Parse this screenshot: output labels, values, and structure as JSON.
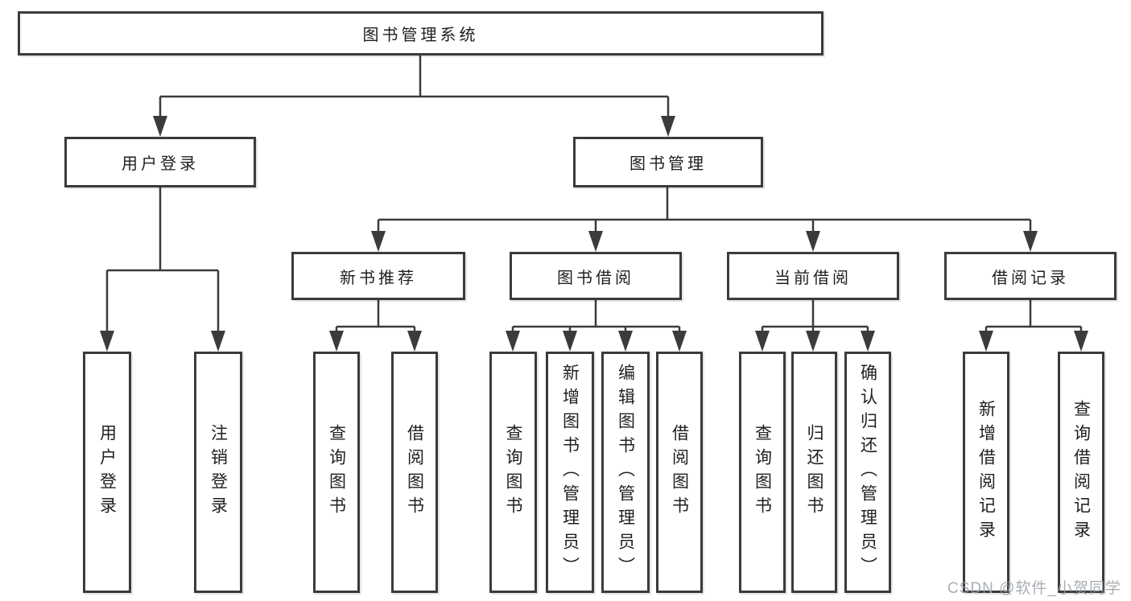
{
  "diagram": {
    "root": {
      "label": "图书管理系统"
    },
    "level2": [
      {
        "label": "用户登录"
      },
      {
        "label": "图书管理"
      }
    ],
    "level3": [
      {
        "label": "新书推荐"
      },
      {
        "label": "图书借阅"
      },
      {
        "label": "当前借阅"
      },
      {
        "label": "借阅记录"
      }
    ],
    "leaves": [
      {
        "group": "user-login",
        "items": [
          "用户登录",
          "注销登录"
        ]
      },
      {
        "group": "new-book-recommend",
        "items": [
          "查询图书",
          "借阅图书"
        ]
      },
      {
        "group": "book-borrow",
        "items": [
          "查询图书",
          "新增图书（管理员）",
          "编辑图书（管理员）",
          "借阅图书"
        ]
      },
      {
        "group": "current-borrow",
        "items": [
          "查询图书",
          "归还图书",
          "确认归还（管理员）"
        ]
      },
      {
        "group": "borrow-records",
        "items": [
          "新增借阅记录",
          "查询借阅记录"
        ]
      }
    ]
  },
  "watermark": "CSDN @软件_小贺同学",
  "colors": {
    "line": "#3b3b3b",
    "text": "#1f1f1f",
    "watermark": "#9aa0a7",
    "background": "#ffffff"
  }
}
